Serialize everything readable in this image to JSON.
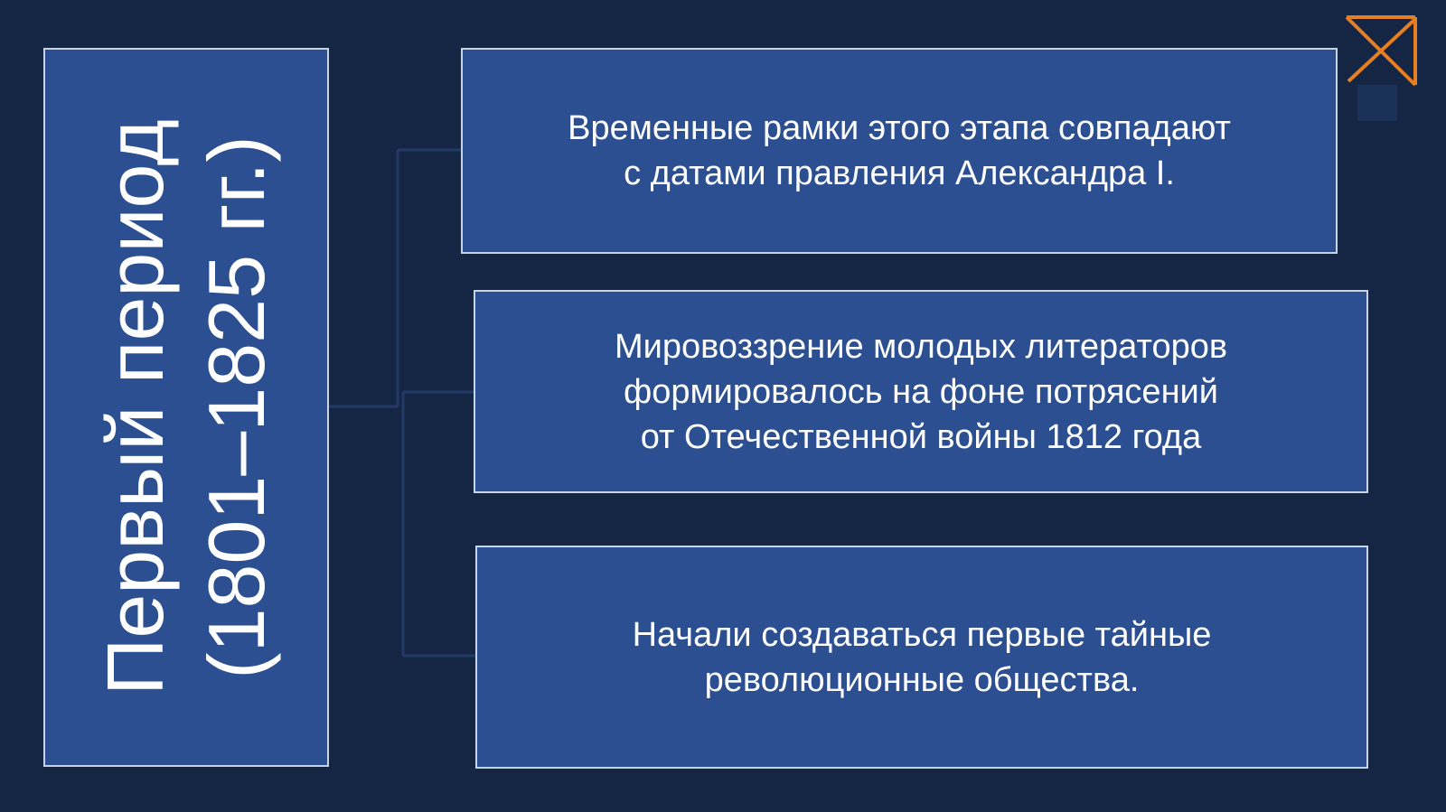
{
  "title": {
    "line1": "Первый период",
    "line2": "(1801–1825 гг.)"
  },
  "cards": [
    {
      "lines": [
        "Временные рамки этого этапа совпадают",
        "с датами правления Александра I."
      ]
    },
    {
      "lines": [
        "Мировоззрение молодых литераторов",
        "формировалось на фоне потрясений",
        "от Отечественной войны 1812 года"
      ]
    },
    {
      "lines": [
        "Начали создаваться первые тайные",
        "революционные общества."
      ]
    }
  ],
  "colors": {
    "background": "#152544",
    "box_fill": "#2b4f90",
    "box_border": "#c9d3e6",
    "connector": "#243a66",
    "accent": "#e67e22"
  },
  "icons": {
    "corner_logo": "orange-x-square-icon"
  }
}
